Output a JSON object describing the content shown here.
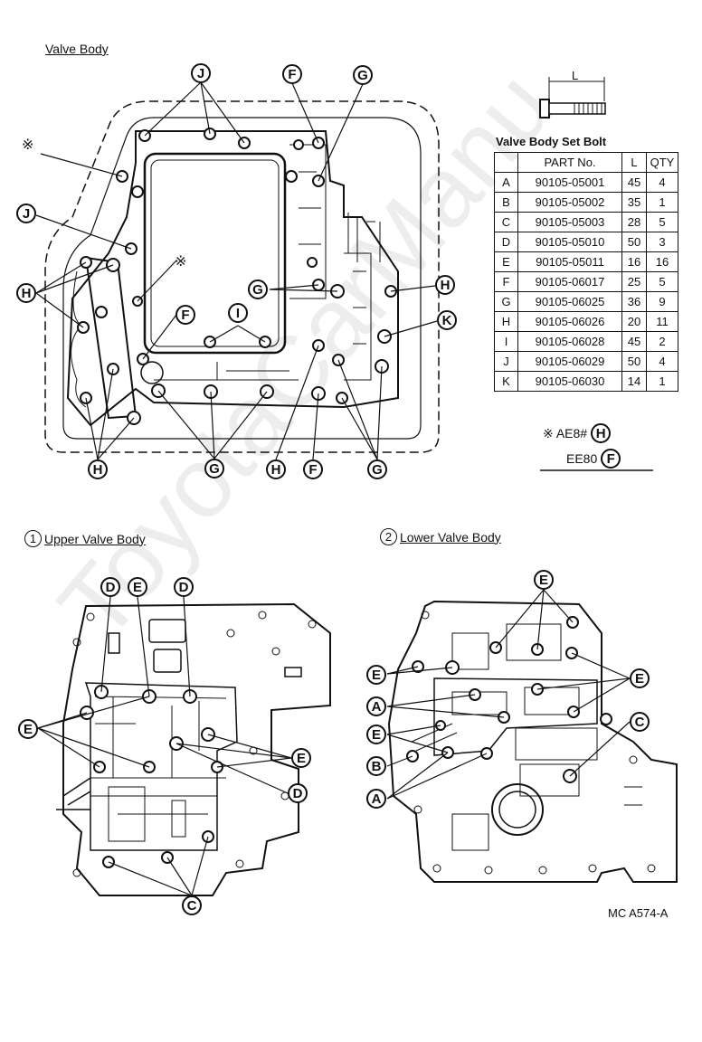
{
  "section_title": "Valve Body",
  "bolt_table": {
    "caption": "Valve Body Set Bolt",
    "dim_label": "L",
    "headers": [
      "",
      "PART No.",
      "L",
      "QTY"
    ],
    "rows": [
      [
        "A",
        "90105-05001",
        "45",
        "4"
      ],
      [
        "B",
        "90105-05002",
        "35",
        "1"
      ],
      [
        "C",
        "90105-05003",
        "28",
        "5"
      ],
      [
        "D",
        "90105-05010",
        "50",
        "3"
      ],
      [
        "E",
        "90105-05011",
        "16",
        "16"
      ],
      [
        "F",
        "90105-06017",
        "25",
        "5"
      ],
      [
        "G",
        "90105-06025",
        "36",
        "9"
      ],
      [
        "H",
        "90105-06026",
        "20",
        "11"
      ],
      [
        "I",
        "90105-06028",
        "45",
        "2"
      ],
      [
        "J",
        "90105-06029",
        "50",
        "4"
      ],
      [
        "K",
        "90105-06030",
        "14",
        "1"
      ]
    ]
  },
  "legend": {
    "ae8_text": "※ AE8#",
    "ae8_letter": "H",
    "ee80_text": "EE80",
    "ee80_letter": "F"
  },
  "asterisk_mark": "※",
  "upper": {
    "num": "1",
    "title": "Upper Valve Body"
  },
  "lower": {
    "num": "2",
    "title": "Lower Valve Body"
  },
  "figure_code": "MC A574-A",
  "watermark": "ToyotaCarManu",
  "callouts": {
    "main": [
      "J",
      "F",
      "G",
      "J",
      "H",
      "F",
      "I",
      "G",
      "H",
      "K",
      "H",
      "G",
      "H",
      "F",
      "G"
    ],
    "upper": [
      "D",
      "E",
      "D",
      "E",
      "E",
      "D",
      "C"
    ],
    "lower": [
      "E",
      "E",
      "E",
      "A",
      "E",
      "B",
      "A",
      "C"
    ]
  }
}
